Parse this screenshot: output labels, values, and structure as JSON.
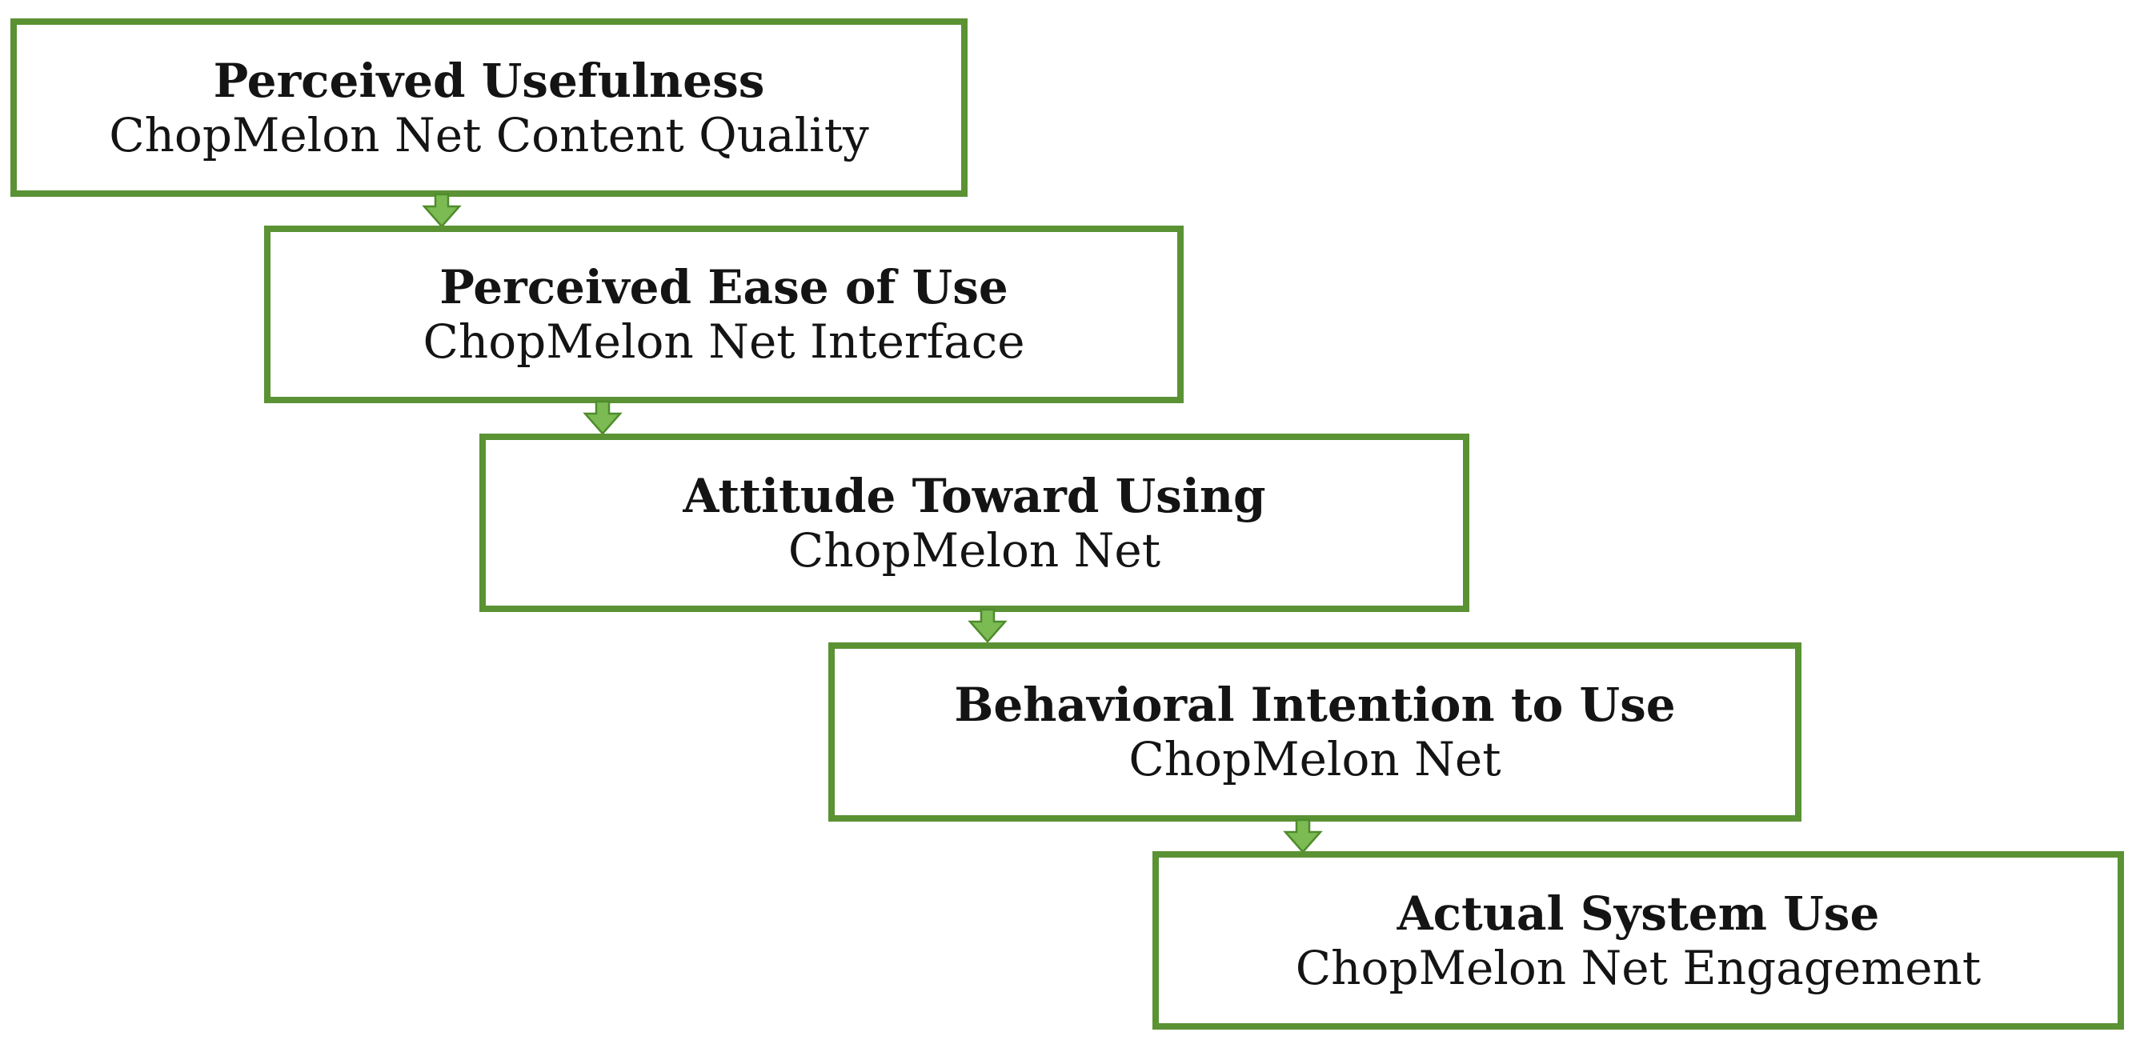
{
  "diagram": {
    "type": "flowchart",
    "background_color": "#ffffff",
    "box_border_color": "#5a9234",
    "arrow_fill_color": "#7cba54",
    "arrow_outline_color": "#4e8c2b",
    "text_color": "#141414",
    "arrow_icon": "down-arrow",
    "boxes": [
      {
        "title": "Perceived Usefulness",
        "subtitle": "ChopMelon Net Content Quality"
      },
      {
        "title": "Perceived Ease of Use",
        "subtitle": "ChopMelon Net Interface"
      },
      {
        "title": "Attitude Toward Using",
        "subtitle": "ChopMelon Net"
      },
      {
        "title": "Behavioral Intention to Use",
        "subtitle": "ChopMelon Net"
      },
      {
        "title": "Actual System Use",
        "subtitle": "ChopMelon Net Engagement"
      }
    ]
  }
}
